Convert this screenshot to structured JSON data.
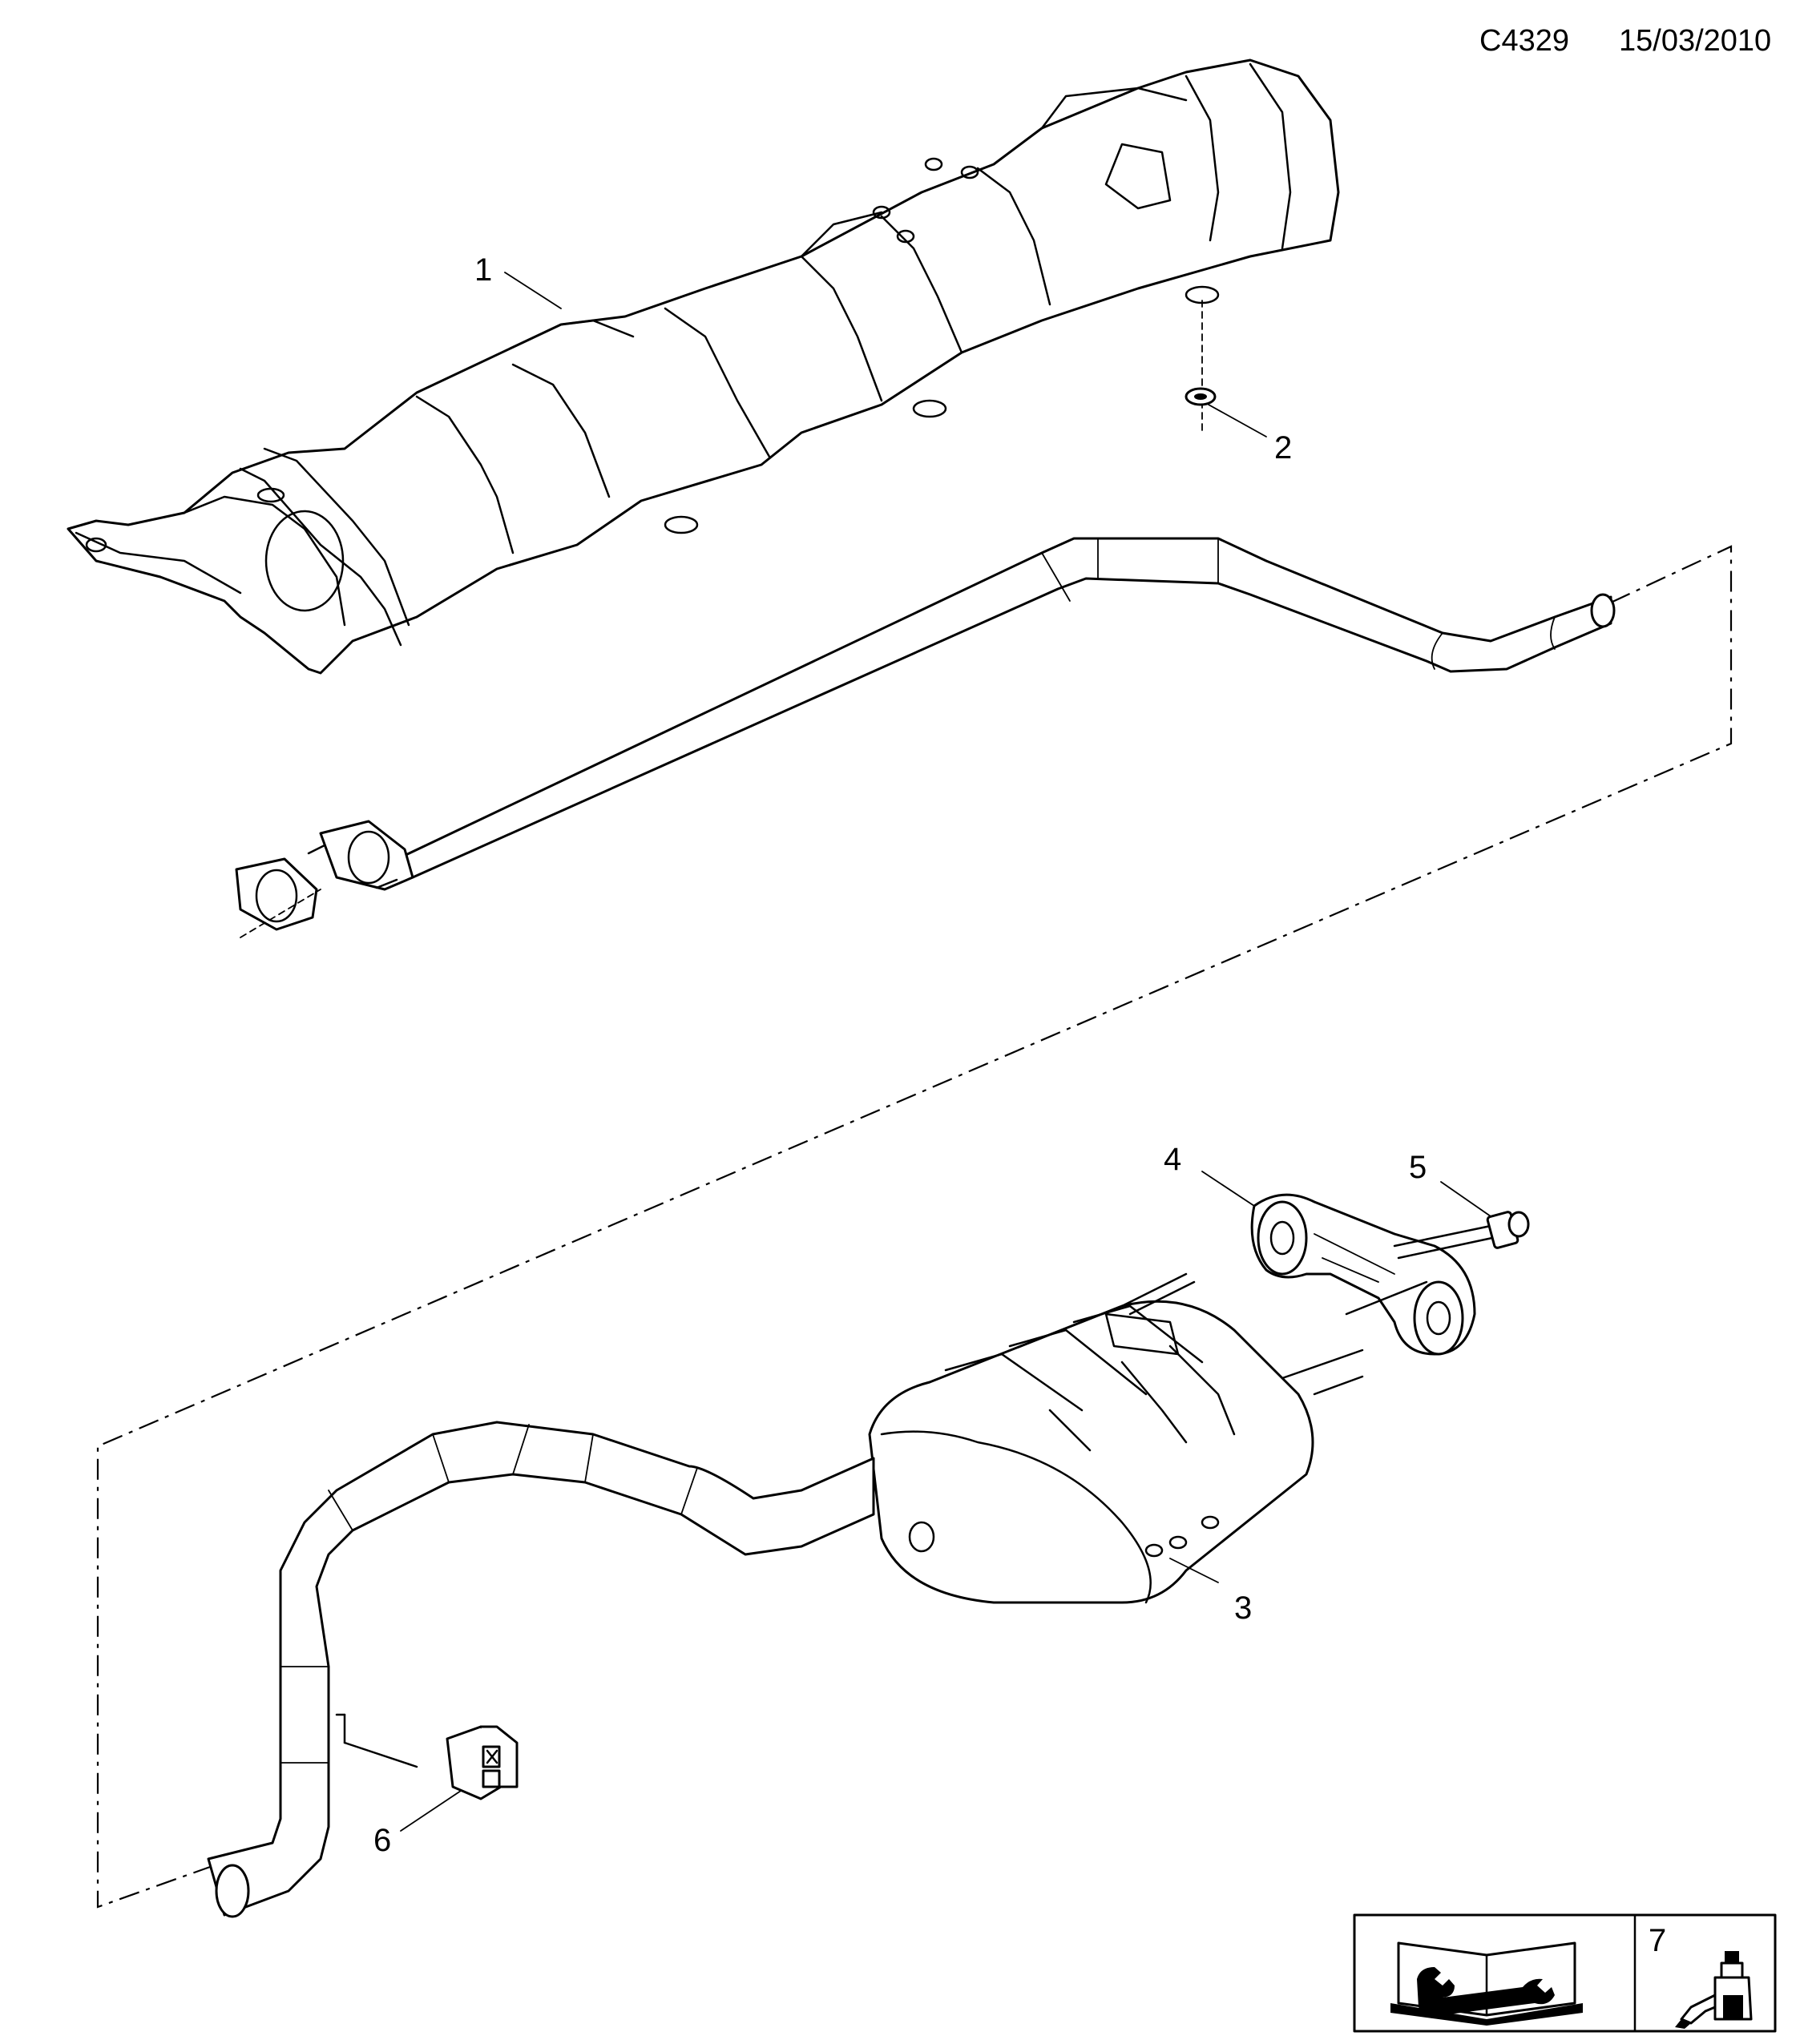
{
  "header": {
    "drawing_code": "C4329",
    "date": "15/03/2010"
  },
  "callouts": [
    "1",
    "2",
    "3",
    "4",
    "5",
    "6",
    "7"
  ],
  "legend_box": {
    "icons": [
      "manual-wrench-icon",
      "sealant-bottle-icon"
    ],
    "sealant_item": "7"
  }
}
